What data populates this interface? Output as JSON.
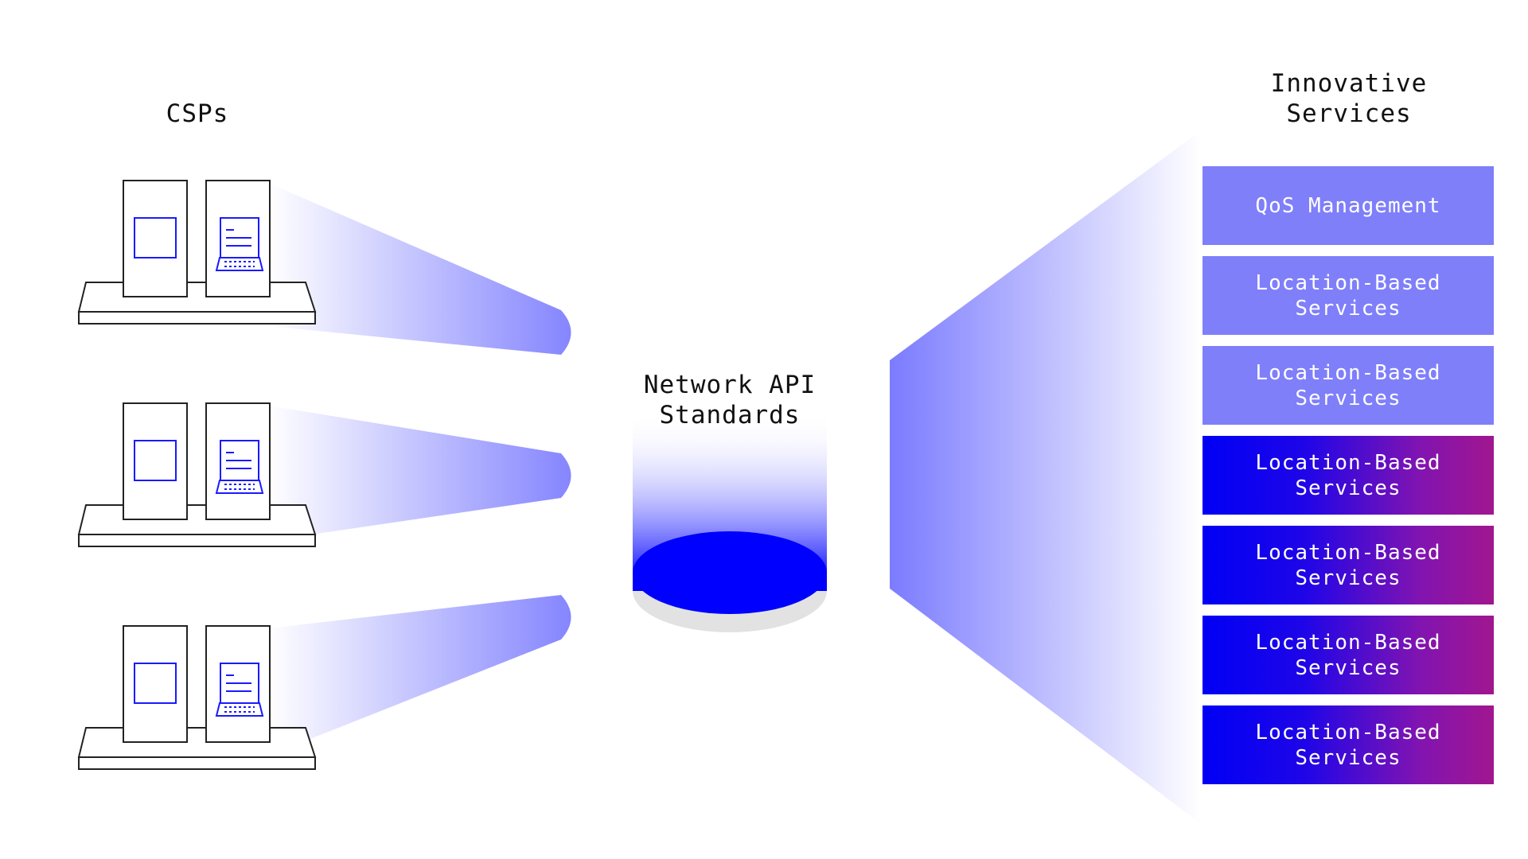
{
  "labels": {
    "csps": "CSPs",
    "center": "Network API\nStandards",
    "innovative": "Innovative\nServices"
  },
  "colors": {
    "accent": "#1a1aff",
    "light_box": "#7f7ffa",
    "dark_box_start": "#0000f5",
    "dark_box_end": "#a1168f",
    "outline": "#222222"
  },
  "services": [
    {
      "label": "QoS Management",
      "style": "light"
    },
    {
      "label": "Location-Based\nServices",
      "style": "light"
    },
    {
      "label": "Location-Based\nServices",
      "style": "light"
    },
    {
      "label": "Location-Based\nServices",
      "style": "dark"
    },
    {
      "label": "Location-Based\nServices",
      "style": "dark"
    },
    {
      "label": "Location-Based\nServices",
      "style": "dark"
    },
    {
      "label": "Location-Based\nServices",
      "style": "dark"
    }
  ]
}
